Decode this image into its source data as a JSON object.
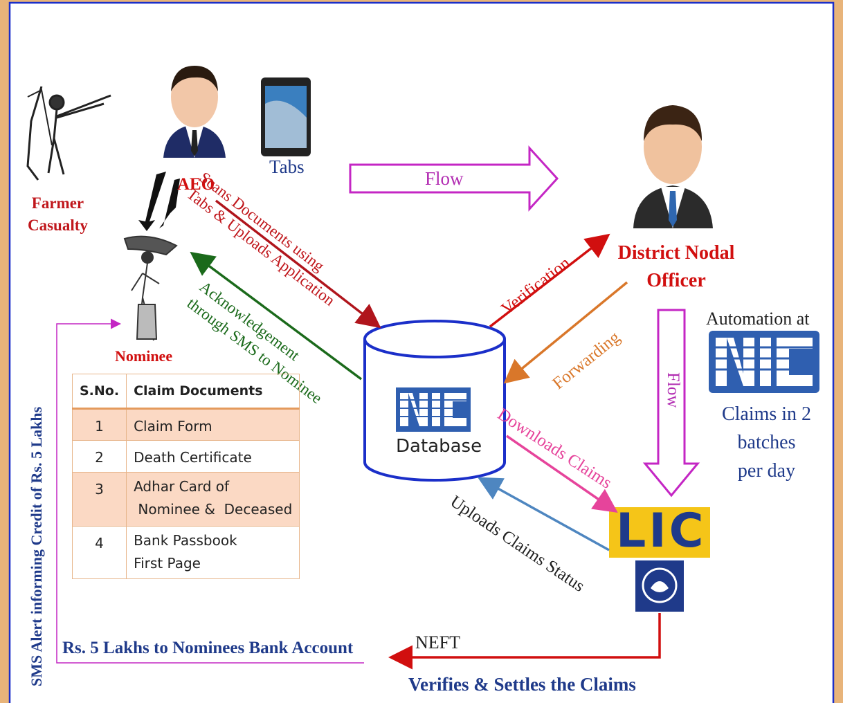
{
  "labels": {
    "farmer_casualty": "Farmer\nCasualty",
    "aeo": "AEO",
    "tabs": "Tabs",
    "flow_top": "Flow",
    "district_nodal_officer": "District Nodal\nOfficer",
    "nominee": "Nominee",
    "scans_documents": "Scans Documents using\nTabs & Uploads Application",
    "verification": "Verification",
    "forwarding": "Forwarding",
    "acknowledgement": "Acknowledgement\nthrough SMS to Nominee",
    "database": "Database",
    "nic_logo_text": "NIC",
    "downloads_claims": "Downloads Claims",
    "uploads_claims_status": "Uploads Claims Status",
    "flow_vertical": "Flow",
    "automation_at": "Automation at",
    "claims_batches": "Claims in 2\nbatches\nper day",
    "lic_logo_text": "LIC",
    "sms_alert": "SMS Alert informing Credit of Rs. 5 Lakhs",
    "bank_account": "Rs. 5 Lakhs to Nominees Bank Account",
    "neft": "NEFT",
    "verifies_settles": "Verifies & Settles the Claims"
  },
  "table": {
    "headers": [
      "S.No.",
      "Claim Documents"
    ],
    "rows": [
      {
        "sno": "1",
        "doc": "Claim Form"
      },
      {
        "sno": "2",
        "doc": "Death Certificate"
      },
      {
        "sno": "3",
        "doc": "Adhar Card of\n Nominee &  Deceased"
      },
      {
        "sno": "4",
        "doc": "Bank Passbook\nFirst Page"
      }
    ]
  },
  "colors": {
    "border_blue": "#1b2fc9",
    "red": "#d10f0f",
    "dark_red": "#b0151c",
    "purple": "#c426c4",
    "green": "#1b6a1b",
    "orange": "#d9772a",
    "pink": "#e6449b",
    "steel_blue": "#4e86c0",
    "navy": "#1f3a8a",
    "lic_yellow": "#f5c518",
    "nic_blue": "#2f5fb0"
  }
}
